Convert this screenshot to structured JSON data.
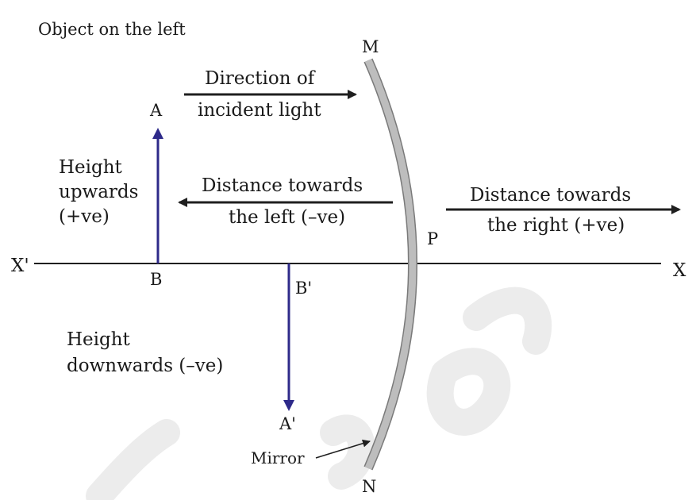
{
  "diagram": {
    "object_side_label": "Object on the left",
    "axis": {
      "left_label": "X'",
      "right_label": "X"
    },
    "mirror": {
      "top_label": "M",
      "bottom_label": "N",
      "pole_label": "P",
      "name_label": "Mirror"
    },
    "object": {
      "top_label": "A",
      "base_label": "B"
    },
    "image": {
      "base_label": "B'",
      "tip_label": "A'"
    },
    "incident_light": {
      "line1": "Direction of",
      "line2": "incident light"
    },
    "distance_left": {
      "line1": "Distance towards",
      "line2": "the left (–ve)"
    },
    "distance_right": {
      "line1": "Distance towards",
      "line2": "the right (+ve)"
    },
    "height_up": {
      "line1": "Height",
      "line2": "upwards",
      "line3": "(+ve)"
    },
    "height_down": {
      "line1": "Height",
      "line2": "downwards (–ve)"
    },
    "colors": {
      "ray_arrows": "#1f1f1f",
      "object_image_arrows": "#2e2a8a",
      "mirror": "#b3b3b3",
      "watermark": "#e8e8e8"
    }
  }
}
